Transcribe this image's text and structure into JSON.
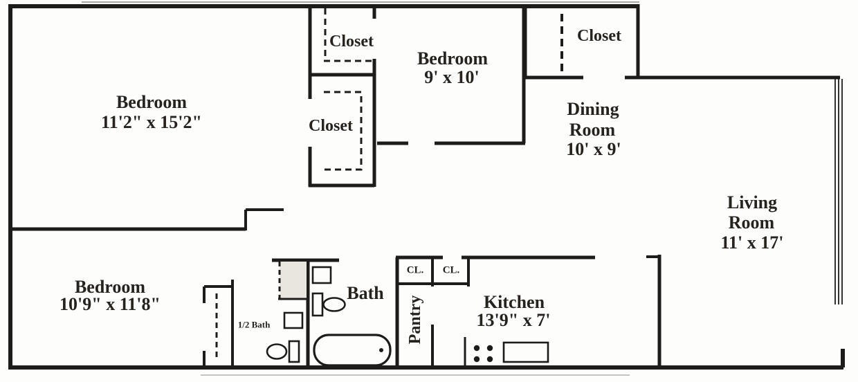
{
  "document": {
    "type": "apartment-floor-plan",
    "colors": {
      "wall": "#1e1c1a",
      "text": "#26231f",
      "background": "#fdfdfc",
      "shower_shade": "#e9e6e0"
    }
  },
  "labels": {
    "bedroom_left": {
      "name": "Bedroom",
      "dims": "11'2\" x 15'2\""
    },
    "closet_upper": {
      "name": "Closet"
    },
    "closet_lower": {
      "name": "Closet"
    },
    "bedroom_middle": {
      "name": "Bedroom",
      "dims": "9' x 10'"
    },
    "closet_top_right": {
      "name": "Closet"
    },
    "dining": {
      "line1": "Dining",
      "line2": "Room",
      "dims": "10' x 9'"
    },
    "living": {
      "line1": "Living",
      "line2": "Room",
      "dims": "11' x 17'"
    },
    "bedroom_bottom": {
      "name": "Bedroom",
      "dims": "10'9\" x 11'8\""
    },
    "half_bath": {
      "name": "1/2 Bath"
    },
    "bath": {
      "name": "Bath"
    },
    "closet_small_left": {
      "name": "CL."
    },
    "closet_small_right": {
      "name": "CL."
    },
    "pantry": {
      "name": "Pantry"
    },
    "kitchen": {
      "name": "Kitchen",
      "dims": "13'9\" x 7'"
    }
  },
  "fixtures": [
    "shower",
    "half-bath-sink",
    "half-bath-toilet",
    "bath-sink",
    "bath-toilet",
    "bathtub",
    "stove-burners",
    "kitchen-sink",
    "window-wall"
  ]
}
